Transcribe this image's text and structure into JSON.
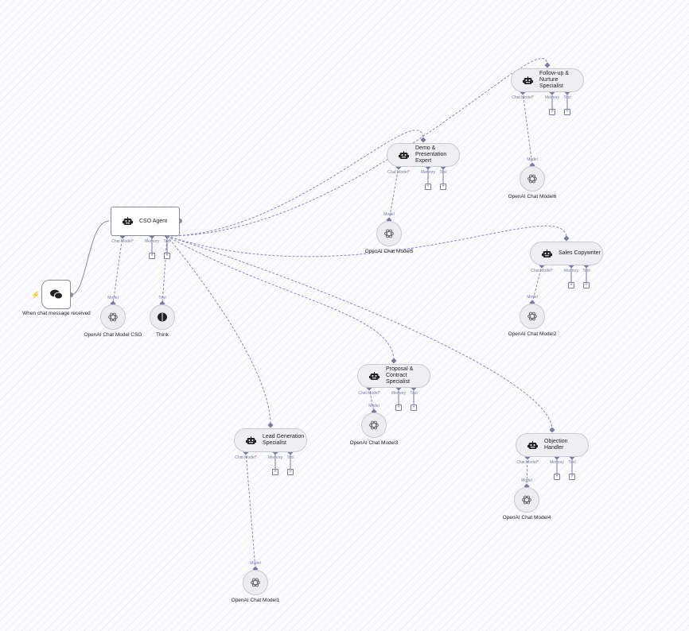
{
  "trigger": {
    "label": "When chat message received"
  },
  "cso": {
    "label": "CSO Agent"
  },
  "agents": [
    {
      "id": "followup",
      "label": "Follow-up & Nurture Specialist",
      "model": "OpenAI Chat Model6"
    },
    {
      "id": "demo",
      "label": "Demo & Presentation Expert",
      "model": "OpenAI Chat Model5"
    },
    {
      "id": "sales",
      "label": "Sales Copywriter",
      "model": "OpenAI Chat Model2"
    },
    {
      "id": "proposal",
      "label": "Proposal & Contract Specialist",
      "model": "OpenAI Chat Model3"
    },
    {
      "id": "lead",
      "label": "Lead Generation Specialist",
      "model": "OpenAI Chat Model1"
    },
    {
      "id": "objection",
      "label": "Objection Handler",
      "model": "OpenAI Chat Model4"
    }
  ],
  "cso_model": {
    "label": "OpenAI Chat Model CSO"
  },
  "think": {
    "label": "Think"
  },
  "handles": {
    "chat_model": "Chat Model",
    "required": "*",
    "memory": "Memory",
    "tool": "Tool",
    "model": "Model",
    "plus": "+"
  },
  "colors": {
    "edge": "#8c86c8",
    "handle": "#7a7aa8",
    "trigger": "#f0643c"
  }
}
